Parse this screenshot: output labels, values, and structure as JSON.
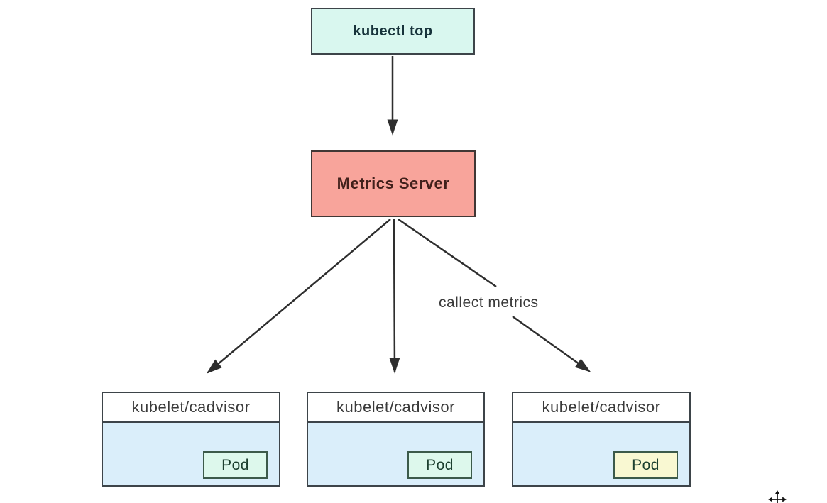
{
  "diagram": {
    "kubectl_top": {
      "label": "kubectl top",
      "bg": "#d9f7ef",
      "border": "#3d4449",
      "text_color": "#17333b"
    },
    "metrics_server": {
      "label": "Metrics Server",
      "bg": "#f8a49b",
      "border": "#413735",
      "text_color": "#41201b"
    },
    "edge_label": "callect metrics",
    "kubelet_nodes": [
      {
        "header": "kubelet/cadvisor",
        "pod_label": "Pod",
        "pod_bg": "#ddf8ec"
      },
      {
        "header": "kubelet/cadvisor",
        "pod_label": "Pod",
        "pod_bg": "#ddf8ec"
      },
      {
        "header": "kubelet/cadvisor",
        "pod_label": "Pod",
        "pod_bg": "#f9f8d2"
      }
    ],
    "colors": {
      "kubelet_header_bg": "#ffffff",
      "kubelet_body_bg": "#daeefa",
      "kubelet_border": "#3d4449",
      "pod_border": "#3c5a4a",
      "pod_text": "#1d4030",
      "arrow": "#2e2e2e",
      "background": "#ffffff"
    },
    "icons": {
      "move_cursor": "move-cursor-icon"
    }
  }
}
